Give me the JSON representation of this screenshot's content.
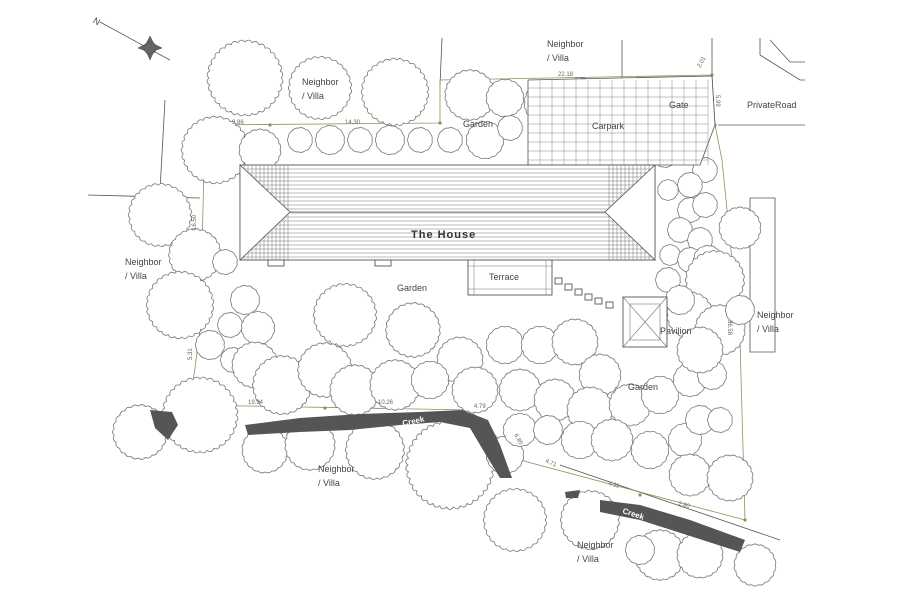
{
  "labels": {
    "house": "The House",
    "terrace": "Terrace",
    "carpark": "Carpark",
    "gate": "Gate",
    "private_road": "PrivateRoad",
    "pavilion": "Pavilion",
    "garden_top": "Garden",
    "garden_mid": "Garden",
    "garden_right": "Garden",
    "creek_1": "Creek",
    "creek_2": "Creek",
    "neighbor_line1": "Neighbor",
    "neighbor_line2": "/ Villa"
  },
  "dimensions": {
    "d_top_left": "9.86",
    "d_top_mid": "14.30",
    "d_top_right": "22.18",
    "d_gate_a": "2.01",
    "d_gate_b": "5.99",
    "d_left": "16.50",
    "d_left_low": "5.31",
    "d_bottom_a": "19.94",
    "d_bottom_b": "10.26",
    "d_bottom_c": "4.79",
    "d_bottom_d": "6.85",
    "d_bottom_e": "4.71",
    "d_bottom_f": "4.11",
    "d_bottom_g": "2.80",
    "d_right": "36.58"
  },
  "colors": {
    "creek": "#555555",
    "line": "#555555",
    "property_line": "#7a9a5a",
    "tree_outline": "#777777"
  }
}
